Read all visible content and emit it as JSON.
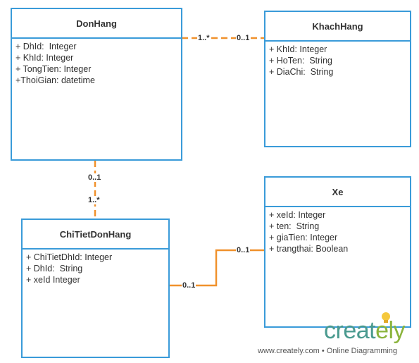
{
  "classes": {
    "donhang": {
      "name": "DonHang",
      "attributes": [
        "+ DhId:  Integer",
        "+ KhId: Integer",
        "+ TongTien: Integer",
        "+ThoiGian: datetime"
      ]
    },
    "khachhang": {
      "name": "KhachHang",
      "attributes": [
        "+ KhId: Integer",
        "+ HoTen:  String",
        "+ DiaChi:  String"
      ]
    },
    "xe": {
      "name": "Xe",
      "attributes": [
        "+ xeId: Integer",
        "+ ten:  String",
        "+ giaTien: Integer",
        "+ trangthai: Boolean"
      ]
    },
    "chitietdonhang": {
      "name": "ChiTietDonHang",
      "attributes": [
        "+ ChiTietDhId: Integer",
        "+ DhId:  String",
        "+ xeId Integer"
      ]
    }
  },
  "multiplicities": {
    "dh_kh_left": "1..*",
    "dh_kh_right": "0..1",
    "dh_ct_top": "0..1",
    "dh_ct_bottom": "1..*",
    "ct_xe_left": "0..1",
    "ct_xe_right": "0..1"
  },
  "colors": {
    "class_border": "#3a9bd9",
    "connector": "#f0912c"
  },
  "branding": {
    "logo_part1": "creat",
    "logo_part2": "ely",
    "footer": "www.creately.com • Online Diagramming"
  }
}
